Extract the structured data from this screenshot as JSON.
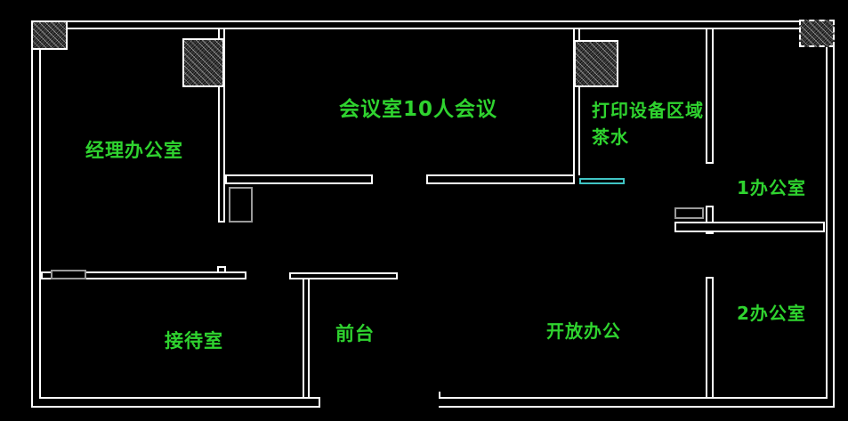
{
  "app": {
    "type": "cad-floorplan",
    "background_color": "#000000",
    "wall_color": "#ffffff",
    "label_color": "#2fd32f",
    "fixture_color": "#40c4c4",
    "furniture_color": "#9a9a9a"
  },
  "floorplan": {
    "rooms": [
      {
        "id": "manager-office",
        "label": "经理办公室"
      },
      {
        "id": "conference-room",
        "label": "会议室10人会议"
      },
      {
        "id": "print-area",
        "label": "打印设备区域"
      },
      {
        "id": "tea-area",
        "label": "茶水"
      },
      {
        "id": "office-1",
        "label": "1办公室"
      },
      {
        "id": "office-2",
        "label": "2办公室"
      },
      {
        "id": "reception-room",
        "label": "接待室"
      },
      {
        "id": "front-desk",
        "label": "前台"
      },
      {
        "id": "open-office",
        "label": "开放办公"
      }
    ],
    "structures": [
      {
        "id": "hatched-column",
        "count": 4
      },
      {
        "id": "cyan-fixture",
        "count": 1
      },
      {
        "id": "cabinet",
        "count": 1
      },
      {
        "id": "desk",
        "count": 1
      }
    ]
  }
}
